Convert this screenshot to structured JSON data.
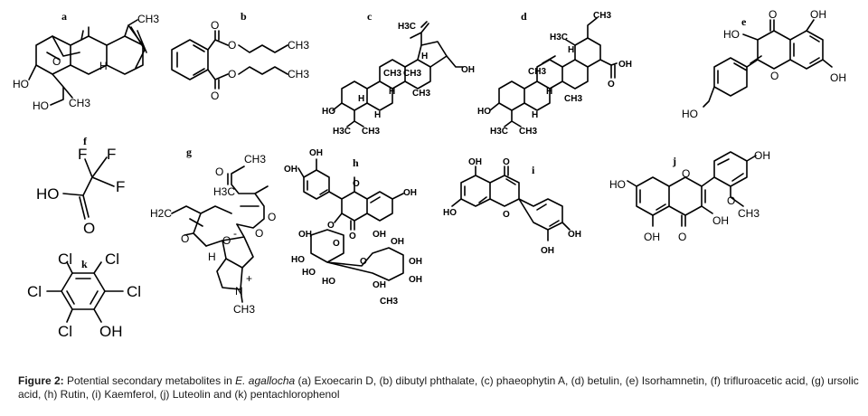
{
  "figure": {
    "caption_label": "Figure 2:",
    "caption_pre": " Potential secondary metabolites in ",
    "caption_species": "E. agallocha",
    "caption_post": " (a) Exoecarin D, (b) dibutyl phthalate, (c) phaeophytin A, (d) betulin, (e) Isorhamnetin, (f) trifluroacetic acid, (g) ursolic acid, (h) Rutin, (i) Kaemferol, (j) Luteolin and (k) pentachlorophenol"
  },
  "panels": {
    "a": {
      "label": "a",
      "atoms": {
        "ch3_top": "CH3",
        "h_mid": "H",
        "ho_left": "HO",
        "o_ring": "O",
        "ho_bottom": "HO",
        "ch3_bottom": "CH3"
      }
    },
    "b": {
      "label": "b",
      "atoms": {
        "o1": "O",
        "o2": "O",
        "o3": "O",
        "o4": "O",
        "ch3_1": "CH3",
        "ch3_2": "CH3"
      }
    },
    "c": {
      "label": "c",
      "atoms": {
        "h3c_top": "H3C",
        "h_1": "H",
        "oh": "OH",
        "ch3_1": "CH3",
        "ch3_2": "CH3",
        "h_2": "H",
        "ch3_3": "CH3",
        "ho": "HO",
        "h_3": "H",
        "h3c_bot": "H3C",
        "ch3_4": "CH3",
        "h_4": "H"
      }
    },
    "d": {
      "label": "d",
      "atoms": {
        "ch3_top": "CH3",
        "h3c": "H3C",
        "h_1": "H",
        "ch3_1": "CH3",
        "h_2": "H",
        "oh": "OH",
        "o": "O",
        "ch3_2": "CH3",
        "ho": "HO",
        "h_3": "H",
        "h3c_bot": "H3C",
        "ch3_bot": "CH3"
      }
    },
    "e": {
      "label": "e",
      "atoms": {
        "o_top": "O",
        "oh_top": "OH",
        "ho_left": "HO",
        "o_ring": "O",
        "oh_right": "OH",
        "ho_bot": "HO"
      }
    },
    "f": {
      "label": "f",
      "atoms": {
        "f1": "F",
        "f2": "F",
        "f3": "F",
        "ho": "HO",
        "o": "O"
      }
    },
    "g": {
      "label": "g",
      "atoms": {
        "ch3_top": "CH3",
        "o1": "O",
        "h3c": "H3C",
        "o2": "O",
        "h2c": "H2C",
        "o3": "O",
        "o4": "O",
        "o_minus": "O",
        "minus": "-",
        "h": "H",
        "n": "N",
        "plus": "+",
        "ch3_bot": "CH3"
      }
    },
    "h": {
      "label": "h",
      "atoms": {
        "oh1": "OH",
        "oh2": "OH",
        "o_ring": "O",
        "oh3": "OH",
        "o_link": "O",
        "o_keto": "O",
        "oh4": "OH",
        "oh5": "OH",
        "o_sug1": "O",
        "ho1": "HO",
        "ho2": "HO",
        "oh6": "OH",
        "o_sug2": "O",
        "oh7": "OH",
        "oh8": "OH",
        "ch3": "CH3",
        "ho3": "HO",
        "oh9": "OH"
      }
    },
    "i": {
      "label": "i",
      "atoms": {
        "oh_top": "OH",
        "o_top": "O",
        "ho_left": "HO",
        "o_ring": "O",
        "oh_r1": "OH",
        "oh_r2": "OH"
      }
    },
    "j": {
      "label": "j",
      "atoms": {
        "oh_top": "OH",
        "ho_left": "HO",
        "o_ring": "O",
        "o_me": "O",
        "ch3": "CH3",
        "oh_mid": "OH",
        "oh_bot": "OH",
        "o_keto": "O"
      }
    },
    "k": {
      "label": "k",
      "atoms": {
        "cl1": "Cl",
        "cl2": "Cl",
        "cl3": "Cl",
        "cl4": "Cl",
        "cl5": "Cl",
        "oh": "OH"
      }
    }
  }
}
